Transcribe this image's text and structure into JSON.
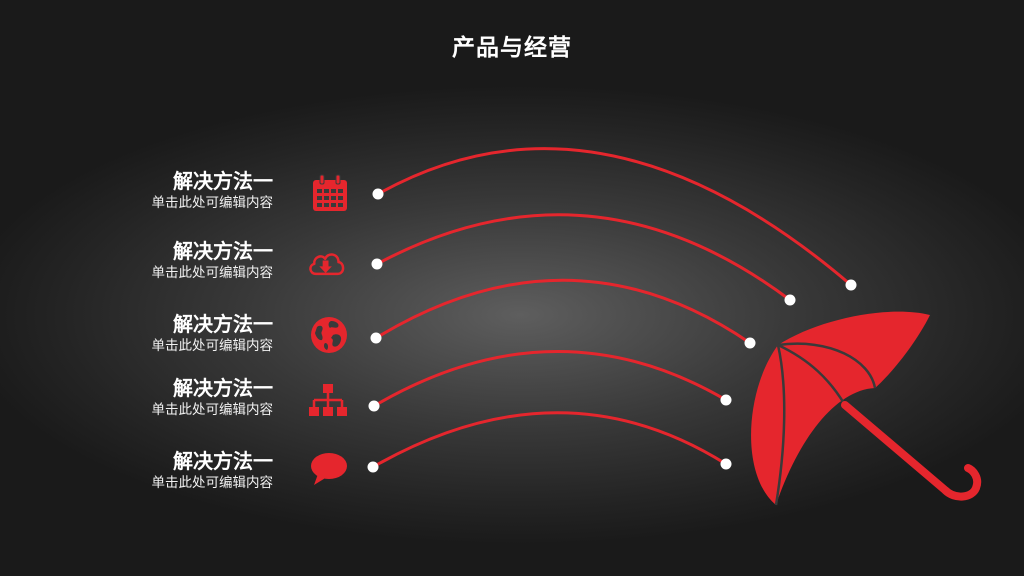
{
  "title": "产品与经营",
  "items": [
    {
      "title": "解决方法一",
      "subtitle": "单击此处可编辑内容",
      "icon": "calendar-icon"
    },
    {
      "title": "解决方法一",
      "subtitle": "单击此处可编辑内容",
      "icon": "cloud-download-icon"
    },
    {
      "title": "解决方法一",
      "subtitle": "单击此处可编辑内容",
      "icon": "globe-icon"
    },
    {
      "title": "解决方法一",
      "subtitle": "单击此处可编辑内容",
      "icon": "network-icon"
    },
    {
      "title": "解决方法一",
      "subtitle": "单击此处可编辑内容",
      "icon": "speech-bubble-icon"
    }
  ],
  "colors": {
    "accent": "#e5262d",
    "text": "#ffffff",
    "dot": "#ffffff"
  }
}
